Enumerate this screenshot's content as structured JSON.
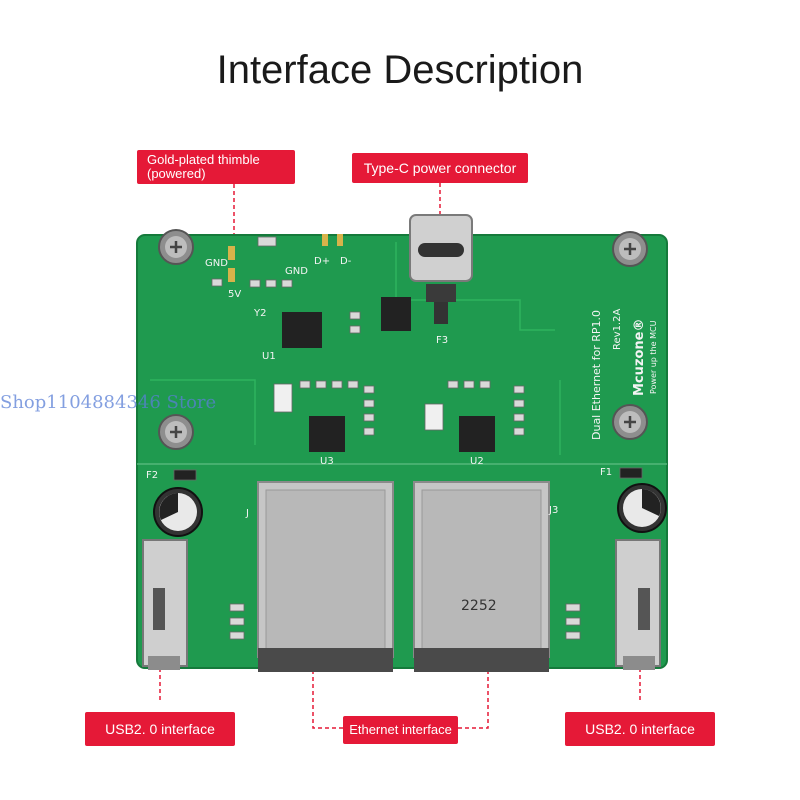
{
  "title": "Interface Description",
  "callouts": {
    "thimble": [
      "Gold-plated thimble",
      "(powered)"
    ],
    "typec": "Type-C power connector",
    "usb_left": "USB2. 0 interface",
    "ethernet": "Ethernet interface",
    "usb_right": "USB2. 0 interface"
  },
  "watermark": "Shop1104884346 Store",
  "board": {
    "silk_gnd_1": "GND",
    "silk_5v": "5V",
    "silk_gnd_2": "GND",
    "silk_dplus": "D+",
    "silk_dminus": "D-",
    "silk_y2": "Y2",
    "silk_u1": "U1",
    "silk_u3": "U3",
    "silk_u2": "U2",
    "silk_f2": "F2",
    "silk_f1": "F1",
    "silk_f3": "F3",
    "silk_j3": "J3",
    "silk_j": "J",
    "jack_code": "2252",
    "product_name": "Dual Ethernet for RP1.0",
    "revision": "Rev1.2A",
    "brand": "Mcuzone®",
    "slogan": "Power up the MCU"
  },
  "colors": {
    "accent": "#e51937",
    "pcb": "#1f9a4f",
    "metal": "#c8c8c8"
  }
}
